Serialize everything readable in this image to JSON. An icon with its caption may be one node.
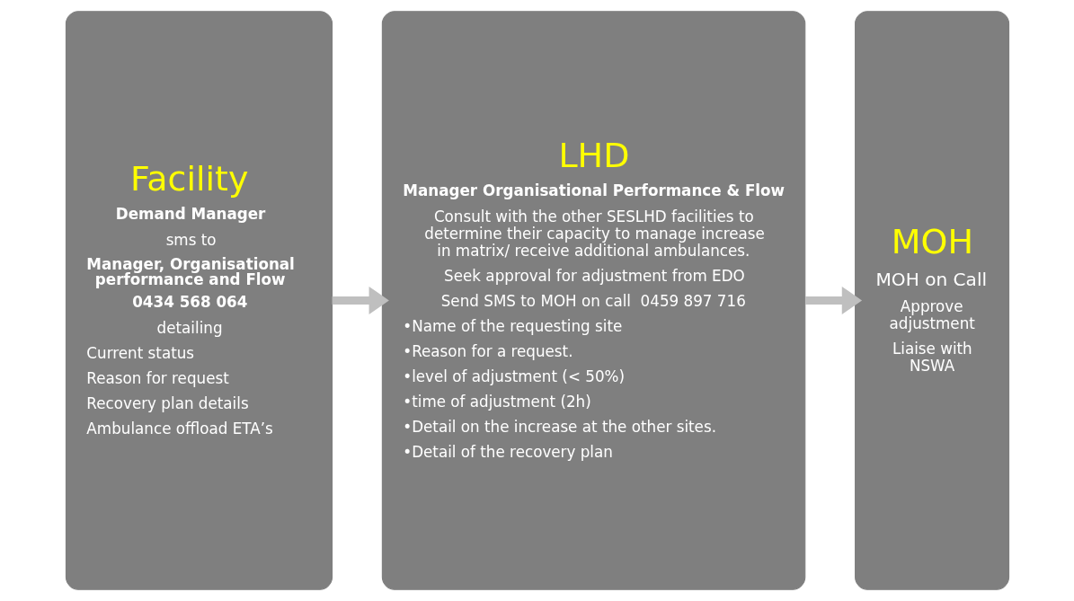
{
  "diagram": {
    "nodes": [
      {
        "text": [
          "Facility",
          "Demand Manager",
          "sms to",
          "Manager, Organisational performance and Flow",
          "0434 568 064",
          "detailing",
          "Current status",
          "Reason for request",
          "Recovery plan details",
          "Ambulance offload ETA’s"
        ]
      },
      {
        "text": [
          "LHD",
          "Manager Organisational Performance & Flow",
          "Consult with the other SESLHD facilities to determine their capacity to manage increase in matrix/ receive additional ambulances.",
          "Seek approval for adjustment from EDO",
          "Send SMS to MOH on call  0459 897 716",
          "•Name of the requesting site",
          "•Reason for a request.",
          "•level of adjustment (< 50%)",
          "•time of adjustment (2h)",
          "•Detail on the increase at the other sites.",
          "•Detail of the recovery plan"
        ]
      },
      {
        "text": [
          "MOH",
          "MOH on Call",
          "Approve adjustment",
          "Liaise with NSWA"
        ]
      }
    ],
    "edges": [
      {
        "from": 0,
        "to": 1,
        "arrow": "to"
      },
      {
        "from": 1,
        "to": 2,
        "arrow": "to"
      }
    ]
  }
}
